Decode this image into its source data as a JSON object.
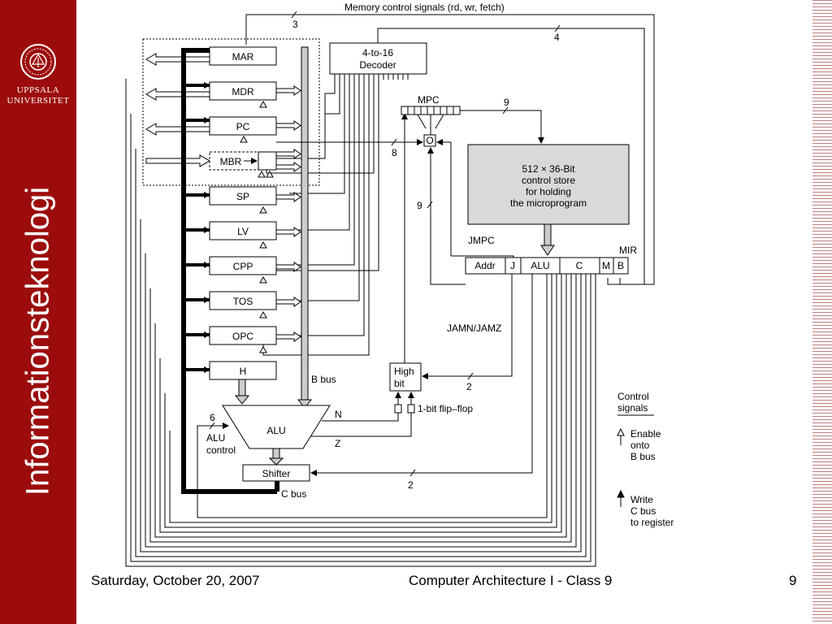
{
  "sidebar": {
    "university_lines": [
      "UPPSALA",
      "UNIVERSITET"
    ],
    "department": "Informationsteknologi",
    "brand_color": "#9c0c0c"
  },
  "diagram": {
    "memory_signals": "Memory control signals (rd, wr, fetch)",
    "registers": [
      "MAR",
      "MDR",
      "PC",
      "MBR",
      "SP",
      "LV",
      "CPP",
      "TOS",
      "OPC",
      "H"
    ],
    "decoder": [
      "4-to-16",
      "Decoder"
    ],
    "mpc": "MPC",
    "or_gate": "O",
    "control_store": [
      "512 × 36-Bit",
      "control store",
      "for holding",
      "the microprogram"
    ],
    "jmpc": "JMPC",
    "mir_label": "MIR",
    "mir_fields": [
      "Addr",
      "J",
      "ALU",
      "C",
      "M",
      "B"
    ],
    "jamn": "JAMN/JAMZ",
    "high_bit": [
      "High",
      "bit"
    ],
    "flipflop": "1-bit flip–flop",
    "alu": "ALU",
    "alu_control": [
      "ALU",
      "control"
    ],
    "shifter": "Shifter",
    "b_bus": "B bus",
    "c_bus": "C bus",
    "flag_n": "N",
    "flag_z": "Z",
    "widths": {
      "mem": "3",
      "decoder_in": "4",
      "mpc_in": "9",
      "mbr_to_or": "8",
      "addr_to_or": "9",
      "jam_to_high": "2",
      "shifter_ctrl": "2",
      "alu_ctrl": "6"
    },
    "legend": {
      "title": [
        "Control",
        "signals"
      ],
      "enable": [
        "Enable",
        "onto",
        "B bus"
      ],
      "write": [
        "Write",
        "C bus",
        "to register"
      ]
    }
  },
  "footer": {
    "date": "Saturday, October 20, 2007",
    "course": "Computer Architecture I - Class 9",
    "page": "9"
  }
}
